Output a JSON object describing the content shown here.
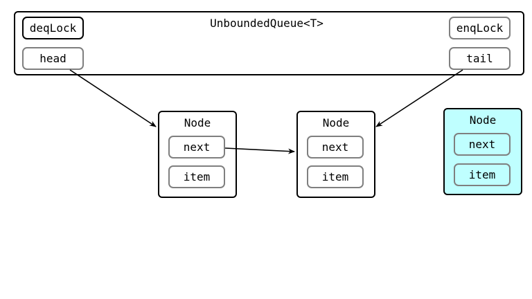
{
  "queue": {
    "title": "UnboundedQueue<T>",
    "deq_lock": "deqLock",
    "enq_lock": "enqLock",
    "head": "head",
    "tail": "tail"
  },
  "nodes": [
    {
      "title": "Node",
      "next": "next",
      "item": "item"
    },
    {
      "title": "Node",
      "next": "next",
      "item": "item"
    },
    {
      "title": "Node",
      "next": "next",
      "item": "item"
    }
  ],
  "colors": {
    "new_node_fill": "#bfffff",
    "field_border": "#7f7f7f",
    "outline": "#000000"
  }
}
